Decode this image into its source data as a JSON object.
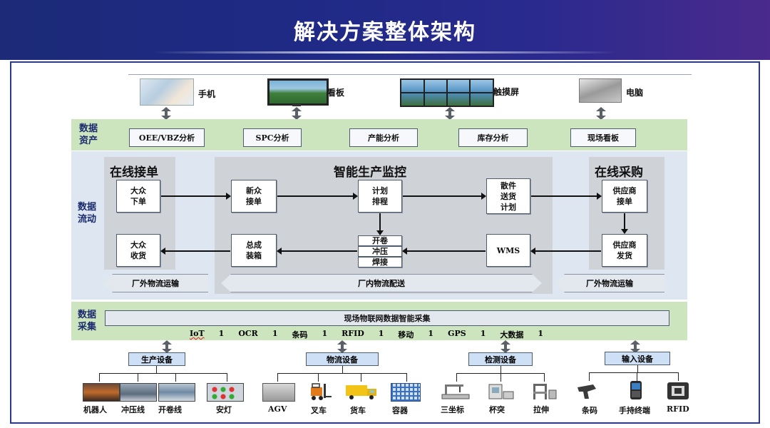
{
  "title": "解决方案整体架构",
  "devices": [
    {
      "label": "手机",
      "icon": "mobile-phone-icon"
    },
    {
      "label": "看板",
      "icon": "kanban-tv-icon"
    },
    {
      "label": "触摸屏",
      "icon": "touch-screen-wall-icon"
    },
    {
      "label": "电脑",
      "icon": "laptop-icon"
    }
  ],
  "data_assets": {
    "label": "数据资产",
    "items": [
      "OEE/VBZ分析",
      "SPC分析",
      "产能分析",
      "库存分析",
      "现场看板"
    ]
  },
  "data_flow": {
    "label": "数据流动",
    "online_order": {
      "title": "在线接单",
      "box1": "大众下单",
      "box2": "大众收货",
      "transport": "厂外物流运输"
    },
    "production": {
      "title": "智能生产监控",
      "new_order": "新众接单",
      "plan": "计划排程",
      "parts": "散件送货计划",
      "assembly": "总成装箱",
      "processes": [
        "开卷",
        "冲压",
        "焊接"
      ],
      "wms": "WMS",
      "transport": "厂内物流配送"
    },
    "online_purchase": {
      "title": "在线采购",
      "box1": "供应商接单",
      "box2": "供应商发货",
      "transport": "厂外物流运输"
    }
  },
  "data_collection": {
    "label": "数据采集",
    "bar": "现场物联网数据智能采集",
    "tech": [
      "IoT",
      "OCR",
      "条码",
      "RFID",
      "移动",
      "GPS",
      "大数据"
    ],
    "separator": "1"
  },
  "equipment": [
    {
      "category": "生产设备",
      "items": [
        {
          "label": "机器人",
          "icon": "robot-icon"
        },
        {
          "label": "冲压线",
          "icon": "press-line-icon"
        },
        {
          "label": "开卷线",
          "icon": "uncoiling-line-icon"
        },
        {
          "label": "安灯",
          "icon": "andon-panel-icon"
        }
      ]
    },
    {
      "category": "物流设备",
      "items": [
        {
          "label": "AGV",
          "icon": "agv-icon"
        },
        {
          "label": "叉车",
          "icon": "forklift-icon"
        },
        {
          "label": "货车",
          "icon": "truck-icon"
        },
        {
          "label": "容器",
          "icon": "container-icon"
        }
      ]
    },
    {
      "category": "检测设备",
      "items": [
        {
          "label": "三坐标",
          "icon": "cmm-icon"
        },
        {
          "label": "杯突",
          "icon": "cupping-tester-icon"
        },
        {
          "label": "拉伸",
          "icon": "tensile-tester-icon"
        }
      ]
    },
    {
      "category": "输入设备",
      "items": [
        {
          "label": "条码",
          "icon": "barcode-scanner-icon"
        },
        {
          "label": "手持终端",
          "icon": "handheld-terminal-icon"
        },
        {
          "label": "RFID",
          "icon": "rfid-reader-icon"
        }
      ]
    }
  ],
  "colors": {
    "header": "#1f2a86",
    "band_green": "#cde5bf",
    "flow_bg": "#dde6f1",
    "panel_gray": "#cfd2d7",
    "category_blue": "#cde0f5"
  }
}
